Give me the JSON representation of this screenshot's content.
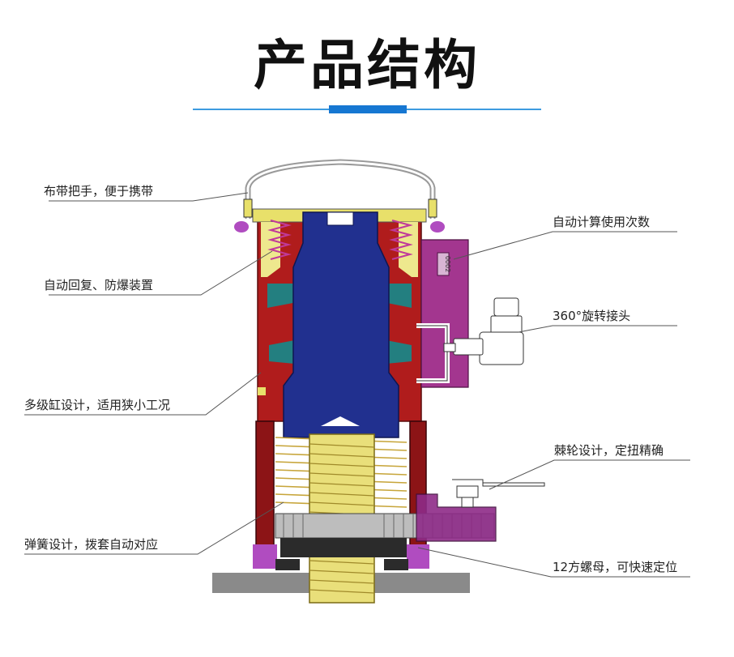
{
  "title": "产品结构",
  "colors": {
    "accent": "#1677d2",
    "rule": "#3d9be0",
    "body_red": "#b01c1c",
    "piston_blue": "#21308f",
    "thread_yellow": "#e9df7a",
    "teal": "#237f80",
    "magenta": "#a3368f",
    "base_gray": "#8a8a8a"
  },
  "callouts": {
    "handle": "布带把手，便于携带",
    "auto_return": "自动回复、防爆装置",
    "multistage": "多级缸设计，适用狭小工况",
    "spring": "弹簧设计，拨套自动对应",
    "counter": "自动计算使用次数",
    "swivel": "360°旋转接头",
    "ratchet": "棘轮设计，定扭精确",
    "nut": "12方螺母，可快速定位"
  },
  "counter_label": "0002"
}
